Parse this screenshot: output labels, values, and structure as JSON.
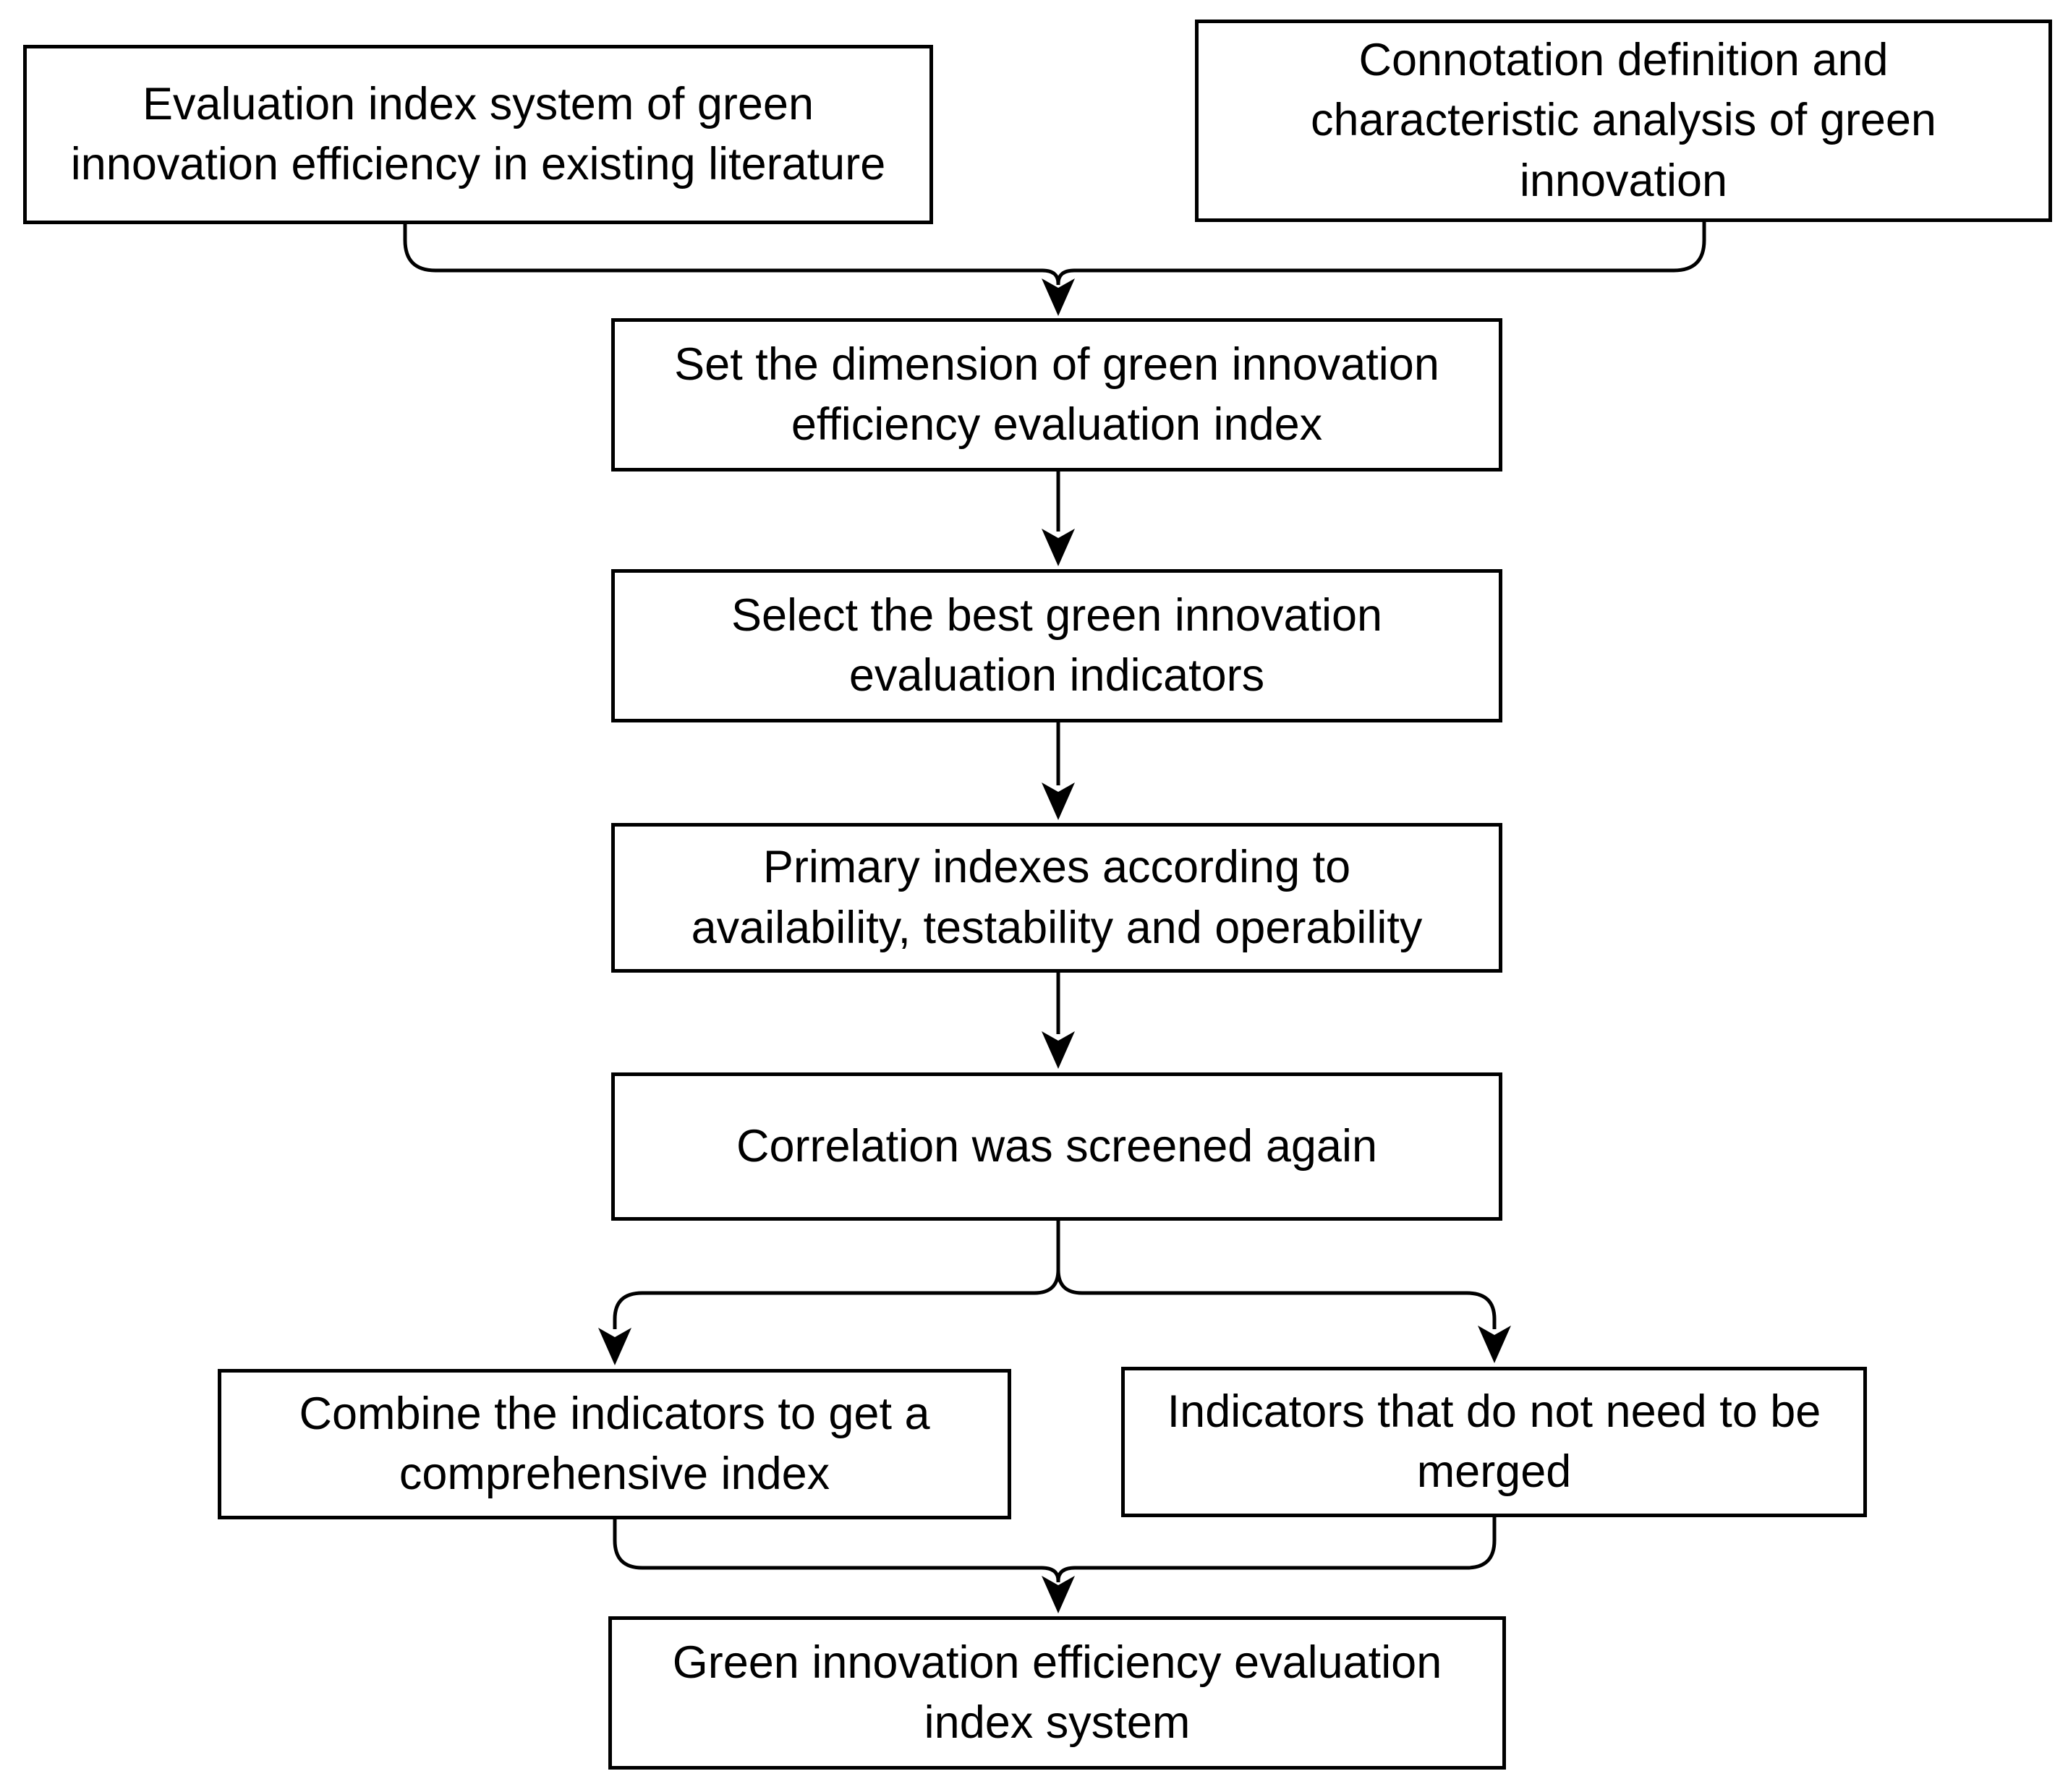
{
  "colors": {
    "line": "#000000",
    "box_border": "#000000",
    "box_fill": "#ffffff",
    "page_background": "#ffffff",
    "text": "#000000"
  },
  "nodes": {
    "literature": {
      "lines": [
        "Evaluation index system of green",
        "innovation efficiency in existing literature"
      ]
    },
    "connotation": {
      "lines": [
        "Connotation definition and",
        "characteristic analysis of green",
        "innovation"
      ]
    },
    "dimension": {
      "lines": [
        "Set the dimension of green innovation",
        "efficiency evaluation index"
      ]
    },
    "select": {
      "lines": [
        "Select the best green innovation",
        "evaluation indicators"
      ]
    },
    "primary": {
      "lines": [
        "Primary indexes according to",
        "availability, testability and operability"
      ]
    },
    "correlation": {
      "lines": [
        "Correlation was screened again"
      ]
    },
    "combine": {
      "lines": [
        "Combine the indicators to get a",
        "comprehensive index"
      ]
    },
    "no_merge": {
      "lines": [
        "Indicators that do not need to be",
        "merged"
      ]
    },
    "system": {
      "lines": [
        "Green innovation efficiency evaluation",
        "index system"
      ]
    }
  }
}
